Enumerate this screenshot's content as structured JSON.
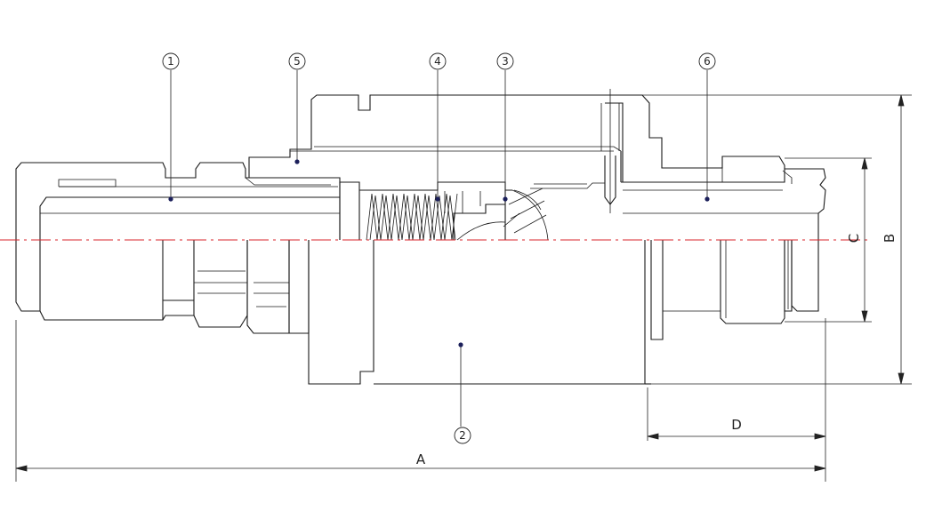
{
  "drawing": {
    "callouts": [
      {
        "id": "part-1",
        "label": "1"
      },
      {
        "id": "part-5",
        "label": "5"
      },
      {
        "id": "part-4",
        "label": "4"
      },
      {
        "id": "part-3",
        "label": "3"
      },
      {
        "id": "part-6",
        "label": "6"
      },
      {
        "id": "part-2",
        "label": "2"
      }
    ],
    "dimensions": {
      "a": "A",
      "b": "B",
      "c": "C",
      "d": "D"
    },
    "colors": {
      "outline": "#1a1a1a",
      "centerline": "#d8262b",
      "marker": "#1b1f5a"
    }
  }
}
